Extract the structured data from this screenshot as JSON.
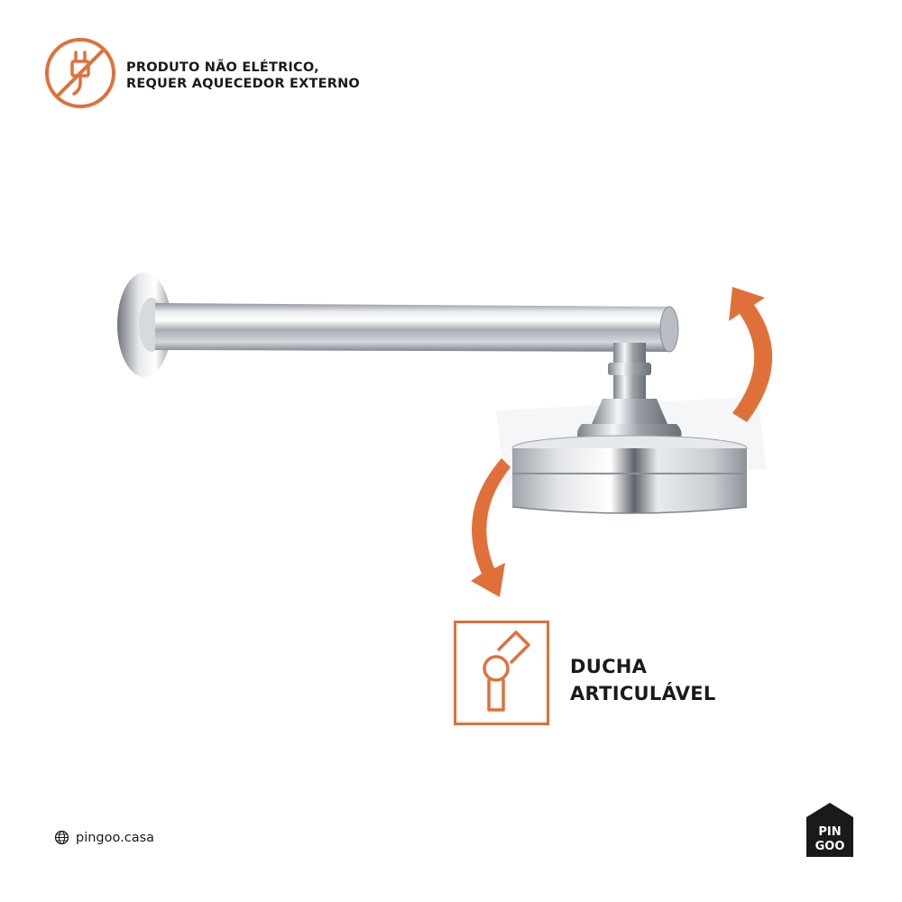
{
  "badge": {
    "icon": "no-plug-icon",
    "line1": "PRODUTO NÃO ELÉTRICO,",
    "line2": "REQUER AQUECEDOR EXTERNO"
  },
  "feature": {
    "icon": "articulated-joint-icon",
    "line1": "DUCHA",
    "line2": "ARTICULÁVEL"
  },
  "footer": {
    "website": "pingoo.casa",
    "logo_line1": "PIN",
    "logo_line2": "GOO"
  },
  "colors": {
    "accent": "#e0703a",
    "text": "#1a1a1a",
    "chrome": "#c8ccd2",
    "logo": "#1a1a1a"
  }
}
